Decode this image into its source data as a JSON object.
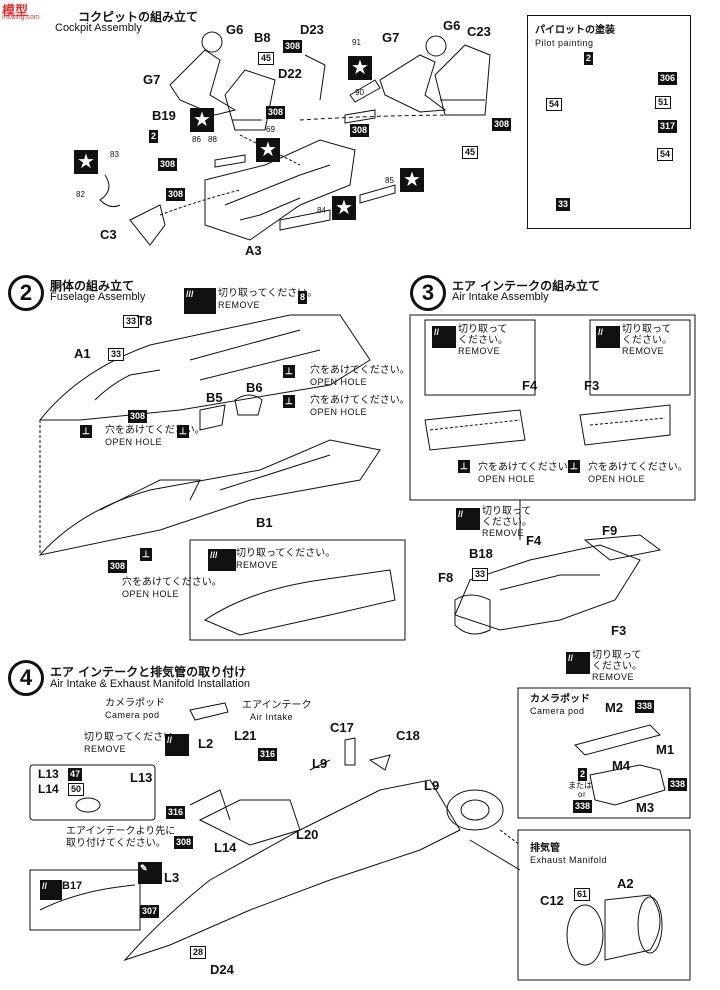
{
  "watermark": {
    "top": "模型",
    "sub": "moxing.com"
  },
  "step1": {
    "title_jp": "コクピットの組み立て",
    "title_en": "Cockpit Assembly"
  },
  "step2": {
    "num": "2",
    "title_jp": "胴体の組み立て",
    "title_en": "Fuselage Assembly"
  },
  "step3": {
    "num": "3",
    "title_jp": "エア インテークの組み立て",
    "title_en": "Air Intake Assembly"
  },
  "step4": {
    "num": "4",
    "title_jp": "エア インテークと排気管の取り付け",
    "title_en": "Air Intake & Exhaust Manifold Installation"
  },
  "pilot": {
    "title_jp": "パイロットの塗装",
    "title_en": "Pilot painting",
    "c2": "2",
    "c306": "306",
    "c51": "51",
    "c54a": "54",
    "c317": "317",
    "c54b": "54",
    "c33": "33"
  },
  "notes": {
    "remove_jp": "切り取ってください。",
    "remove_en": "REMOVE",
    "hole_jp": "穴をあけてください。",
    "hole_en": "OPEN HOLE",
    "remove_jp_split1": "切り取って",
    "remove_jp_split2": "ください。",
    "intake_first_jp1": "エアインテークより先に",
    "intake_first_jp2": "取り付けてください。",
    "camera_jp": "カメラポッド",
    "camera_en": "Camera pod",
    "airintake_jp": "エアインテーク",
    "airintake_en": "Air Intake",
    "exhaust_jp": "排気管",
    "exhaust_en": "Exhaust Manifold",
    "or_jp": "または",
    "or_en": "or"
  },
  "parts1": {
    "G6a": "G6",
    "B8": "B8",
    "D23": "D23",
    "G7a": "G7",
    "G6b": "G6",
    "C23": "C23",
    "G7b": "G7",
    "D22": "D22",
    "B19": "B19",
    "C3": "C3",
    "A3": "A3",
    "n91": "91",
    "n90": "90",
    "n86": "86",
    "n88": "88",
    "n69": "69",
    "n83": "83",
    "n82": "82",
    "n84": "84",
    "n85": "85",
    "c45a": "45",
    "c308a": "308",
    "c308b": "308",
    "c308c": "308",
    "c308d": "308",
    "c308e": "308",
    "c308f": "308",
    "c45b": "45",
    "c2": "2"
  },
  "parts2": {
    "T8": "T8",
    "A1": "A1",
    "B5": "B5",
    "B6": "B6",
    "B1": "B1",
    "c33a": "33",
    "c33b": "33",
    "c308a": "308",
    "c308b": "308",
    "c8": "8"
  },
  "parts3": {
    "F4a": "F4",
    "F3a": "F3",
    "F9": "F9",
    "F4b": "F4",
    "B18": "B18",
    "F8": "F8",
    "F3b": "F3",
    "c33": "33"
  },
  "parts4": {
    "L13": "L13",
    "L14": "L14",
    "c47": "47",
    "c50": "50",
    "L2": "L2",
    "L21": "L21",
    "c316a": "316",
    "c316b": "316",
    "C17": "C17",
    "C18": "C18",
    "L9a": "L9",
    "L9b": "L9",
    "L13b": "L13",
    "L14b": "L14",
    "L20": "L20",
    "L3": "L3",
    "c308": "308",
    "c307": "307",
    "c28": "28",
    "D24": "D24",
    "B17": "B17",
    "M2": "M2",
    "M1": "M1",
    "M4": "M4",
    "M3": "M3",
    "c338a": "338",
    "c338b": "338",
    "c338c": "338",
    "c2": "2",
    "C12": "C12",
    "c61": "61",
    "A2": "A2"
  }
}
